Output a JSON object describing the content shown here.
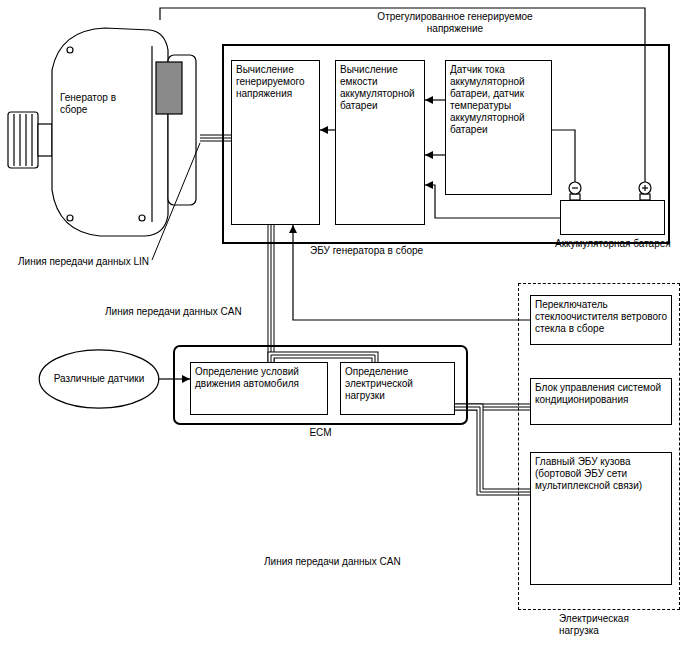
{
  "diagram": {
    "nodes": [
      {
        "text": [
          "Генератор в сборе"
        ]
      },
      {
        "text": [
          "ЭБУ генератора в сборе"
        ]
      },
      {
        "text": [
          "Вычисление генерируемого напряжения"
        ],
        "in": 1
      },
      {
        "text": [
          "Вычисление емкости аккумуляторной батареи"
        ],
        "in": 1
      },
      {
        "text": [
          "Датчик тока аккумуляторной батареи, датчик температуры аккумуляторной батареи"
        ],
        "in": 1
      },
      {
        "text": [
          "Аккумуляторная батарея"
        ]
      },
      {
        "text": [
          "Электрическая нагрузка"
        ]
      },
      {
        "text": [
          "Переключатель стеклоочистителя ветрового стекла в сборе"
        ],
        "in": 6
      },
      {
        "text": [
          "Различные датчики"
        ]
      },
      {
        "text": [
          "ECM"
        ]
      },
      {
        "text": [
          "Определение условий движения автомобиля"
        ],
        "in": 9
      },
      {
        "text": [
          "Определение электрической нагрузки"
        ],
        "in": 9
      },
      {
        "text": [
          "Блок управления системой кондиционирования"
        ],
        "in": 6
      },
      {
        "text": [
          "Главный ЭБУ кузова (бортовой ЭБУ сети мультиплексной связи)"
        ],
        "in": 6
      }
    ],
    "edges": [
      {
        "from": 0,
        "to": 2,
        "arrow": "none"
      },
      {
        "from": 3,
        "to": 2,
        "arrow": "to"
      },
      {
        "from": 4,
        "to": 3,
        "arrow": "to"
      },
      {
        "from": 4,
        "to": 3,
        "arrow": "to"
      },
      {
        "from": 5,
        "to": 3,
        "arrow": "to"
      },
      {
        "from": 4,
        "to": 5,
        "arrow": "none"
      },
      {
        "from": 0,
        "to": 5,
        "label": "Отрегулированное генерируемое напряжение",
        "arrow": "none"
      },
      {
        "from": 2,
        "to": 10,
        "label": "Линия передачи данных CAN",
        "arrow": "none"
      },
      {
        "from": 7,
        "to": 2,
        "arrow": "to"
      },
      {
        "from": 8,
        "to": 10,
        "arrow": "to"
      },
      {
        "from": 10,
        "to": 11,
        "arrow": "none"
      },
      {
        "from": 11,
        "to": 12,
        "arrow": "none"
      },
      {
        "from": 11,
        "to": 13,
        "label": "Линия передачи данных CAN",
        "arrow": "none"
      }
    ],
    "labels": [
      "Линия передачи данных LIN"
    ]
  }
}
